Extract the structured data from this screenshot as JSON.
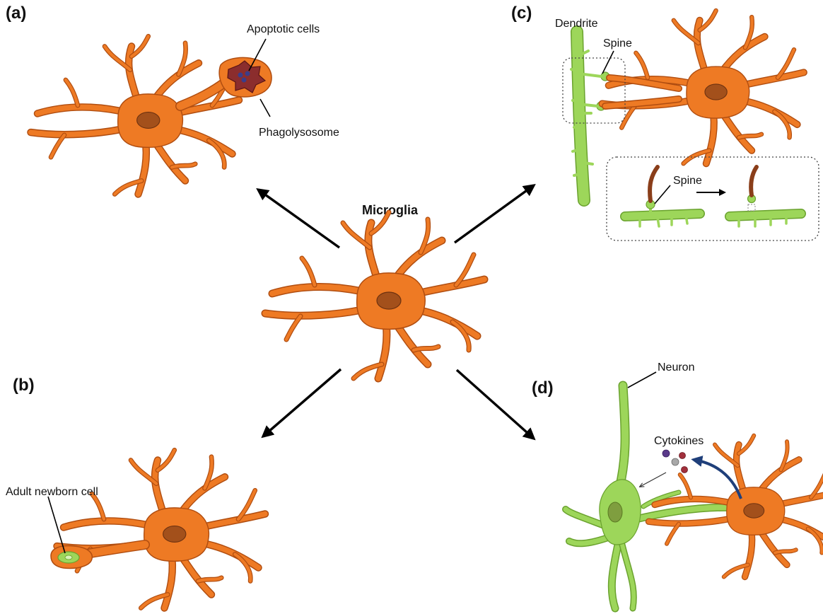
{
  "title": "Microglia",
  "panels": {
    "a": {
      "label": "(a)",
      "annotations": [
        "Apoptotic  cells",
        "Phagolysosome"
      ]
    },
    "b": {
      "label": "(b)",
      "annotations": [
        "Adult  newborn cell"
      ]
    },
    "c": {
      "label": "(c)",
      "annotations": [
        "Dendrite",
        "Spine",
        "Spine"
      ]
    },
    "d": {
      "label": "(d)",
      "annotations": [
        "Neuron",
        "Cytokines"
      ]
    }
  },
  "colors": {
    "microglia": "#ee7a24",
    "microglia_outline": "#b04d10",
    "nucleus": "#a3501b",
    "neuron": "#9dd65a",
    "apoptotic": "#8b2d2d",
    "cytokine_arrow": "#1f3f7a"
  }
}
